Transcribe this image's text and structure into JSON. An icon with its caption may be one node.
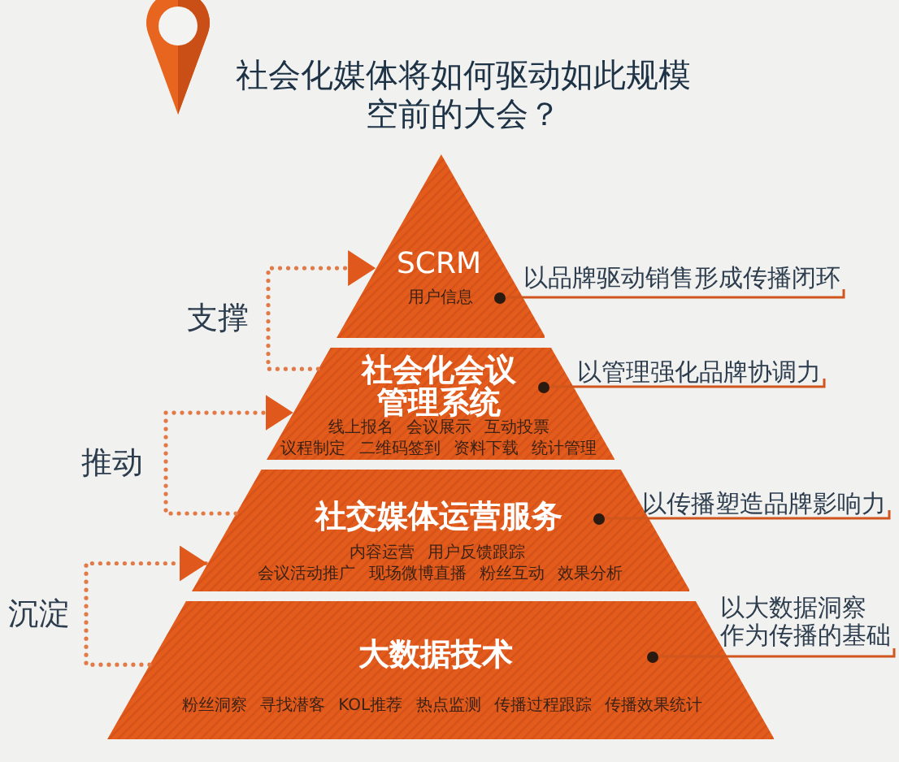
{
  "diagram": {
    "title": "社会化媒体将如何驱动如此规模空前的大会？",
    "nodes": [
      {
        "text": [
          "SCRM",
          "用户信息"
        ]
      },
      {
        "text": [],
        "shape": "circle",
        "in": 0
      },
      {
        "text": [
          "以品牌驱动销售形成传播闭环"
        ]
      },
      {
        "text": [
          "社会化会议管理系统",
          "线上报名 会议展示 互动投票",
          "议程制定 二维码签到 资料下载 统计管理"
        ]
      },
      {
        "text": [],
        "shape": "circle",
        "in": 3
      },
      {
        "text": [
          "以管理强化品牌协调力"
        ]
      },
      {
        "text": [
          "社交媒体运营服务",
          "内容运营 用户反馈跟踪",
          "会议活动推广 现场微博直播 粉丝互动 效果分析"
        ]
      },
      {
        "text": [],
        "shape": "circle",
        "in": 6
      },
      {
        "text": [
          "以传播塑造品牌影响力"
        ]
      },
      {
        "text": [
          "大数据技术",
          "粉丝洞察 寻找潜客 KOL推荐 热点监测 传播过程跟踪 传播效果统计"
        ]
      },
      {
        "text": [],
        "shape": "circle",
        "in": 9
      },
      {
        "text": [
          "以大数据洞察作为传播的基础"
        ]
      }
    ],
    "edges": [
      {
        "from": 2,
        "to": 1,
        "arrow": "none"
      },
      {
        "from": 3,
        "to": 0,
        "arrow": "to",
        "label": "支撑",
        "style": "dashed"
      },
      {
        "from": 5,
        "to": 4,
        "arrow": "none"
      },
      {
        "from": 6,
        "to": 3,
        "arrow": "to",
        "label": "推动",
        "style": "dashed"
      },
      {
        "from": 8,
        "to": 7,
        "arrow": "none"
      },
      {
        "from": 9,
        "to": 6,
        "arrow": "to",
        "label": "沉淀",
        "style": "dashed"
      },
      {
        "from": 11,
        "to": 10,
        "arrow": "none"
      }
    ]
  }
}
